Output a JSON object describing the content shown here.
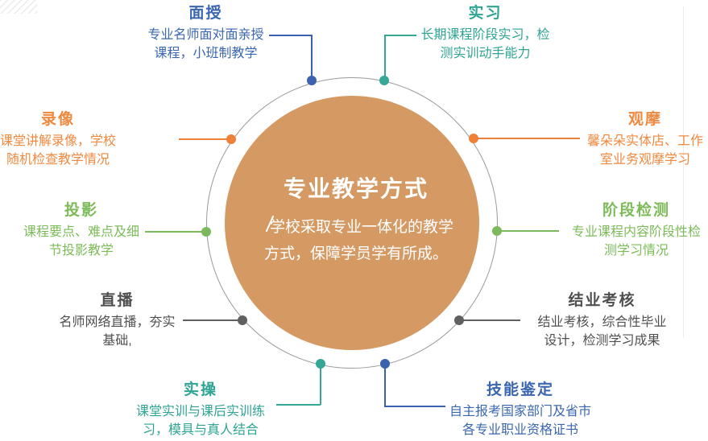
{
  "diagram": {
    "type": "radial-infographic",
    "center": {
      "title": "专业教学方式",
      "body_line1": "学校采取专业一体化的教学",
      "body_line2": "方式，保障学员学有所成。",
      "circle_fill": "#D59A64",
      "ring_color": "#999999",
      "text_color": "#ffffff"
    },
    "items": [
      {
        "label": "面授",
        "desc_line1": "专业名师面对面亲授",
        "desc_line2": "课程，小班制教学",
        "color": "#3A66B0",
        "position": "top-left"
      },
      {
        "label": "实习",
        "desc_line1": "长期课程阶段实习，检",
        "desc_line2": "测实训动手能力",
        "color": "#2FA492",
        "position": "top-right"
      },
      {
        "label": "录像",
        "desc_line1": "课堂讲解录像，学校",
        "desc_line2": "随机检查教学情况",
        "color": "#EF8940",
        "position": "left-upper"
      },
      {
        "label": "观摩",
        "desc_line1": "馨朵朵实体店、工作",
        "desc_line2": "室业务观摩学习",
        "color": "#EF8940",
        "position": "right-upper"
      },
      {
        "label": "投影",
        "desc_line1": "课程要点、难点及细",
        "desc_line2": "节投影教学",
        "color": "#7CBB58",
        "position": "left-middle"
      },
      {
        "label": "阶段检测",
        "desc_line1": "专业课程内容阶段性检",
        "desc_line2": "测学习情况",
        "color": "#7CBB58",
        "position": "right-middle"
      },
      {
        "label": "直播",
        "desc_line1": "名师网络直播，夯实",
        "desc_line2": "基础,",
        "color": "#4F4F4F",
        "position": "left-lower"
      },
      {
        "label": "结业考核",
        "desc_line1": "结业考核，综合性毕业",
        "desc_line2": "设计，检测学习成果",
        "color": "#4F4F4F",
        "position": "right-lower"
      },
      {
        "label": "实操",
        "desc_line1": "课堂实训与课后实训练",
        "desc_line2": "习，模具与真人结合",
        "color": "#2FA492",
        "position": "bottom-left"
      },
      {
        "label": "技能鉴定",
        "desc_line1": "自主报考国家部门及省市",
        "desc_line2": "各专业职业资格证书",
        "color": "#3A66B0",
        "position": "bottom-right"
      }
    ]
  }
}
